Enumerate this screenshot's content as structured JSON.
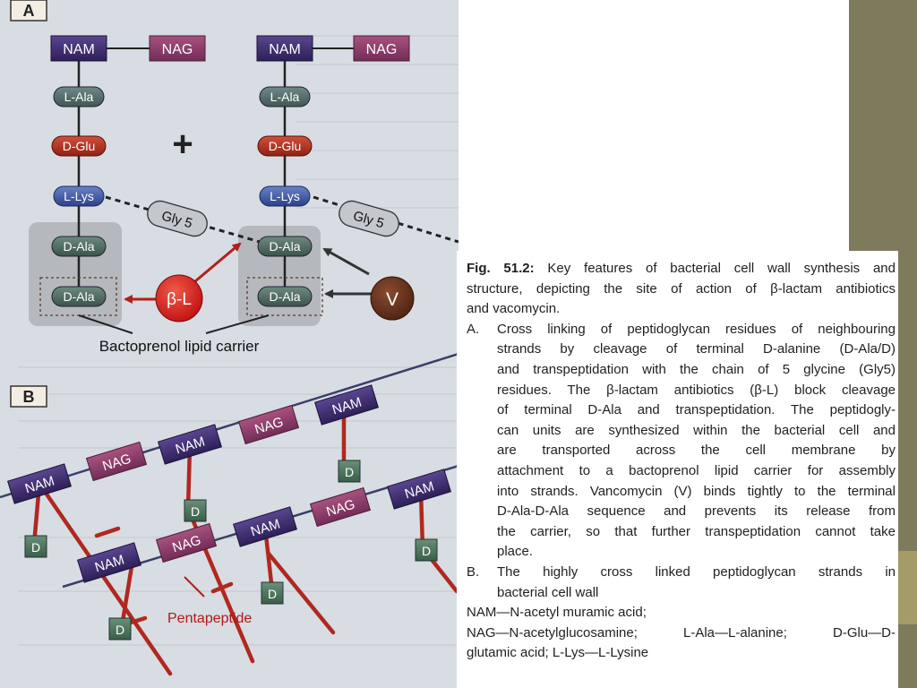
{
  "panel_a": {
    "label": "A",
    "nam": "NAM",
    "nag": "NAG",
    "l_ala": "L-Ala",
    "d_glu": "D-Glu",
    "l_lys": "L-Lys",
    "d_ala": "D-Ala",
    "plus": "+",
    "gly5": "Gly 5",
    "beta_l": "β-L",
    "vanco": "V",
    "carrier": "Bactoprenol lipid carrier"
  },
  "panel_b": {
    "label": "B",
    "nam": "NAM",
    "nag": "NAG",
    "d": "D",
    "pentapeptide": "Pentapeptide"
  },
  "caption": {
    "fig_label": "Fig. 51.2:",
    "title_lines": [
      "Key features of bacterial cell wall synthesis and",
      "structure, depicting the site of action of β-lactam antibiotics",
      "and vacomycin."
    ],
    "item_a_label": "A.",
    "item_a_lines": [
      "Cross linking of peptidoglycan residues of neighbouring",
      "strands by cleavage of terminal D-alanine (D-Ala/D)",
      "and transpeptidation with the chain of 5 glycine (Gly5)",
      "residues. The β-lactam antibiotics (β-L) block cleavage",
      "of terminal D-Ala and transpeptidation. The peptidogly-",
      "can units are synthesized within the bacterial cell and",
      "are transported across the cell membrane by",
      "attachment to a bactoprenol lipid carrier for assembly",
      "into strands. Vancomycin (V) binds tightly to the terminal",
      "D-Ala-D-Ala sequence and prevents its release from",
      "the carrier, so that further transpeptidation cannot take",
      "place."
    ],
    "item_b_label": "B.",
    "item_b_lines": [
      "The highly cross linked peptidoglycan strands in",
      "bacterial cell wall"
    ],
    "abbrev_lines": [
      "NAM—N-acetyl muramic acid;",
      "NAG—N-acetylglucosamine; L-Ala—L-alanine; D-Glu—D-",
      "glutamic acid; L-Lys—L-Lysine"
    ]
  },
  "colors": {
    "nam": "#3d2a6e",
    "nag": "#8b3a6a",
    "l_ala": "#4f6a67",
    "d_glu": "#b0301f",
    "l_lys": "#3d56a4",
    "d_ala": "#4d6a5f",
    "beta_l": "#d82020",
    "vanco": "#6b3520",
    "strand": "#b0281e",
    "d_box": "#4d7560",
    "figure_bg": "#d7dde2",
    "side_bar": "#7e7a5c"
  }
}
